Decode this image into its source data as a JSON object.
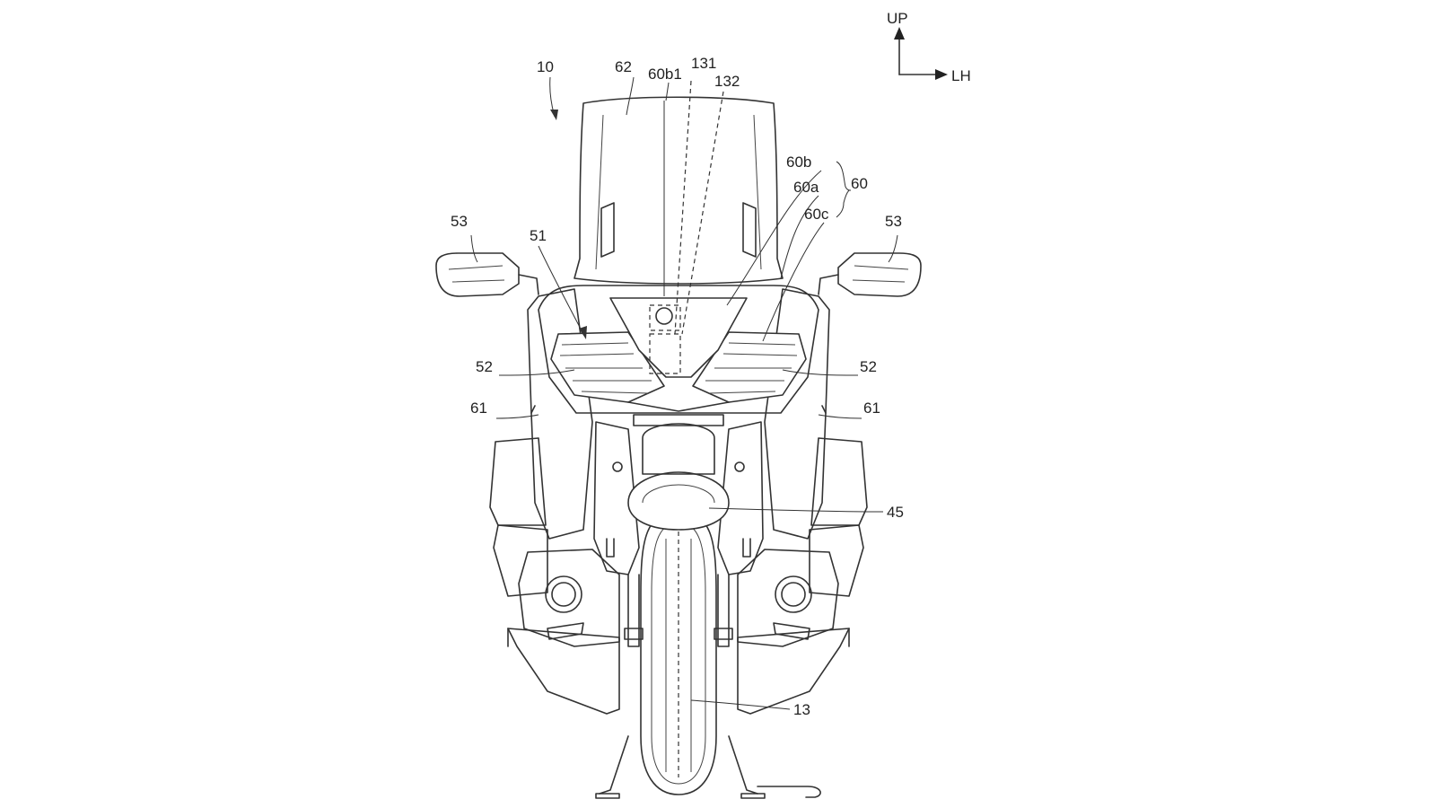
{
  "figure": {
    "orientation": {
      "up_label": "UP",
      "lh_label": "LH"
    },
    "reference_labels": {
      "vehicle": "10",
      "windscreen": "62",
      "screen_part": "60b1",
      "line_131": "131",
      "line_132": "132",
      "group_60": "60",
      "part_60a": "60a",
      "part_60b": "60b",
      "part_60c": "60c",
      "mirror_left": "53",
      "mirror_right": "53",
      "headlight_left": "52",
      "headlight_right": "52",
      "fairing_left": "61",
      "fairing_right": "61",
      "front_cover": "51",
      "fender": "45",
      "front_wheel": "13"
    }
  }
}
